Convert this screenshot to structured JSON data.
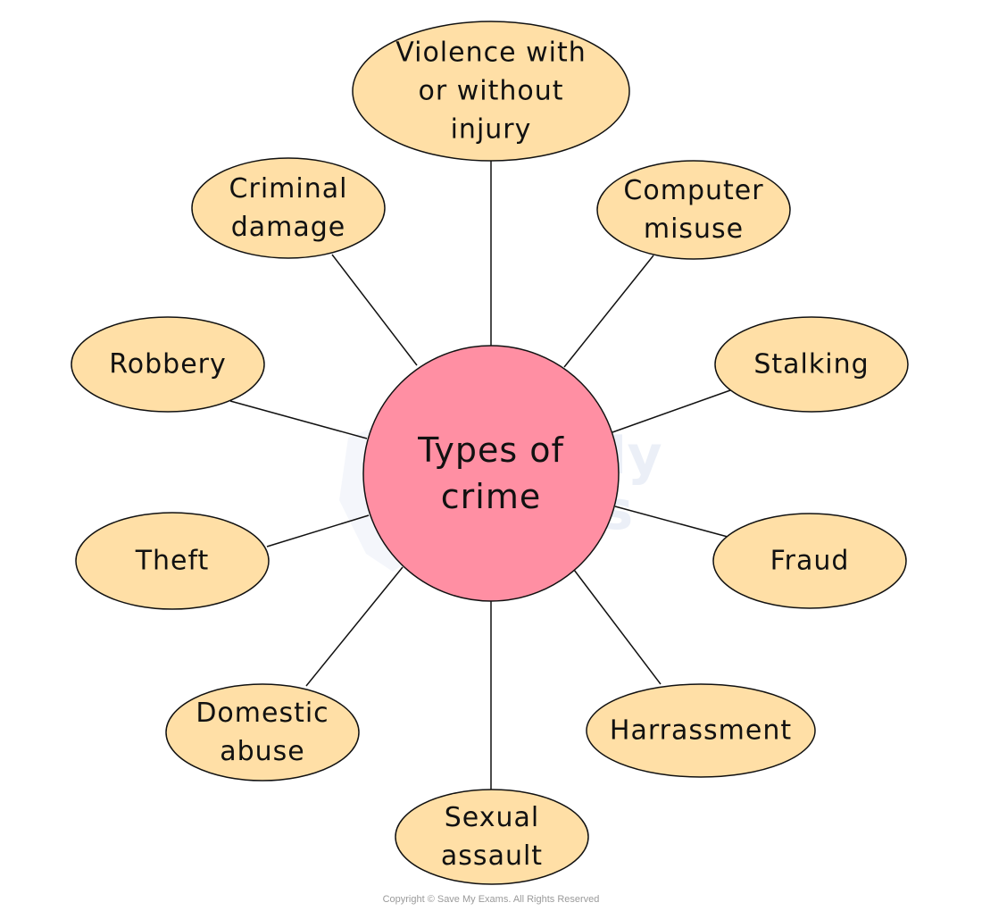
{
  "center": {
    "lines": [
      "Types of",
      "crime"
    ],
    "fill": "#ff8fa3"
  },
  "node_fill": "#ffdfa6",
  "stroke": "#111111",
  "nodes": [
    {
      "id": "violence",
      "lines": [
        "Violence with",
        "or without",
        "injury"
      ]
    },
    {
      "id": "computer-misuse",
      "lines": [
        "Computer",
        "misuse"
      ]
    },
    {
      "id": "stalking",
      "lines": [
        "Stalking"
      ]
    },
    {
      "id": "fraud",
      "lines": [
        "Fraud"
      ]
    },
    {
      "id": "harrassment",
      "lines": [
        "Harrassment"
      ]
    },
    {
      "id": "sexual-assault",
      "lines": [
        "Sexual",
        "assault"
      ]
    },
    {
      "id": "domestic-abuse",
      "lines": [
        "Domestic",
        "abuse"
      ]
    },
    {
      "id": "theft",
      "lines": [
        "Theft"
      ]
    },
    {
      "id": "robbery",
      "lines": [
        "Robbery"
      ]
    },
    {
      "id": "criminal-damage",
      "lines": [
        "Criminal",
        "damage"
      ]
    }
  ],
  "watermark": [
    "Save My",
    "Exams"
  ],
  "copyright": "Copyright © Save My Exams. All Rights Reserved"
}
